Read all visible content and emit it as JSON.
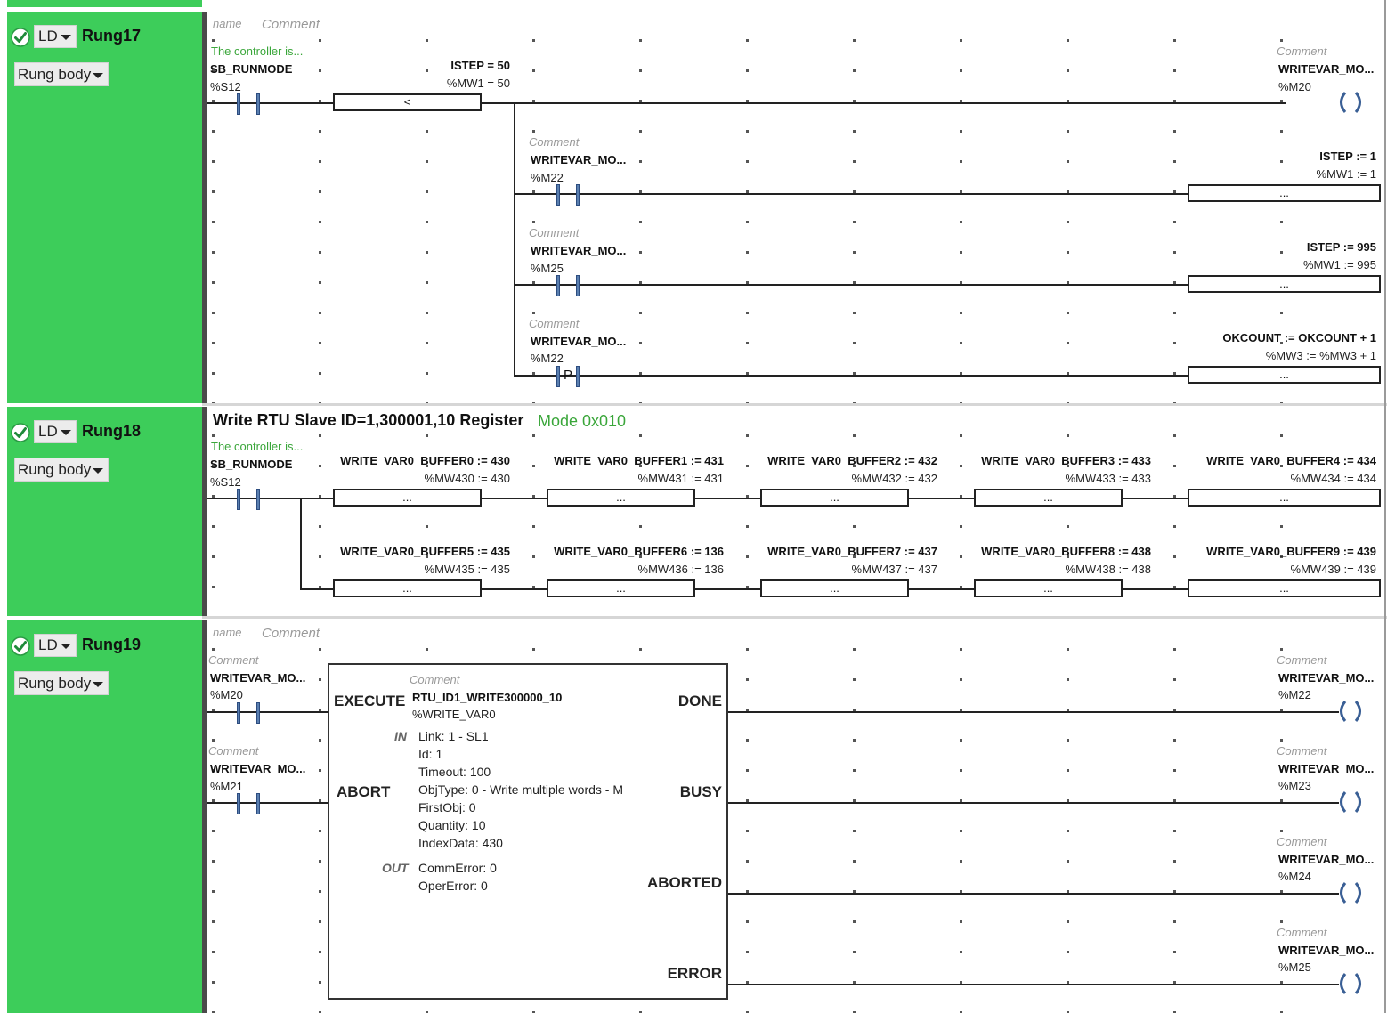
{
  "colors": {
    "rung_sidebar": "#3dcd5a",
    "comment_green": "#3aa63a",
    "contact_blue": "#5a7fb0"
  },
  "icons": {
    "status": "check-icon",
    "dropdown": "chevron-down-icon"
  },
  "rungs": [
    {
      "name": "Rung17",
      "language": "LD",
      "body_selector": "Rung body",
      "header": {
        "name": "name",
        "comment": "Comment"
      },
      "input": {
        "comment": "The controller is...",
        "symbol": "SB_RUNMODE",
        "address": "%S12"
      },
      "compare": {
        "symbol": "ISTEP = 50",
        "address": "%MW1 = 50",
        "op": "<"
      },
      "coil": {
        "comment": "Comment",
        "symbol": "WRITEVAR_MO...",
        "address": "%M20"
      },
      "branches": [
        {
          "comment": "Comment",
          "symbol": "WRITEVAR_MO...",
          "address": "%M22",
          "contact_label": "",
          "assign_symbol": "ISTEP := 1",
          "assign_address": "%MW1 := 1",
          "box": "..."
        },
        {
          "comment": "Comment",
          "symbol": "WRITEVAR_MO...",
          "address": "%M25",
          "contact_label": "",
          "assign_symbol": "ISTEP := 995",
          "assign_address": "%MW1 := 995",
          "box": "..."
        },
        {
          "comment": "Comment",
          "symbol": "WRITEVAR_MO...",
          "address": "%M22",
          "contact_label": "P",
          "assign_symbol": "OKCOUNT := OKCOUNT + 1",
          "assign_address": "%MW3 := %MW3 + 1",
          "box": "..."
        }
      ]
    },
    {
      "name": "Rung18",
      "language": "LD",
      "body_selector": "Rung body",
      "title": "Write RTU Slave ID=1,300001,10 Register",
      "subtitle": "Mode 0x010",
      "input": {
        "comment": "The controller is...",
        "symbol": "SB_RUNMODE",
        "address": "%S12"
      },
      "row1": [
        {
          "symbol": "WRITE_VAR0_BUFFER0 := 430",
          "address": "%MW430 := 430",
          "box": "..."
        },
        {
          "symbol": "WRITE_VAR0_BUFFER1 := 431",
          "address": "%MW431 := 431",
          "box": "..."
        },
        {
          "symbol": "WRITE_VAR0_BUFFER2 := 432",
          "address": "%MW432 := 432",
          "box": "..."
        },
        {
          "symbol": "WRITE_VAR0_BUFFER3 := 433",
          "address": "%MW433 := 433",
          "box": "..."
        },
        {
          "symbol": "WRITE_VAR0_BUFFER4 := 434",
          "address": "%MW434 := 434",
          "box": "..."
        }
      ],
      "row2": [
        {
          "symbol": "WRITE_VAR0_BUFFER5 := 435",
          "address": "%MW435 := 435",
          "box": "..."
        },
        {
          "symbol": "WRITE_VAR0_BUFFER6 := 136",
          "address": "%MW436 := 136",
          "box": "..."
        },
        {
          "symbol": "WRITE_VAR0_BUFFER7 := 437",
          "address": "%MW437 := 437",
          "box": "..."
        },
        {
          "symbol": "WRITE_VAR0_BUFFER8 := 438",
          "address": "%MW438 := 438",
          "box": "..."
        },
        {
          "symbol": "WRITE_VAR0_BUFFER9 := 439",
          "address": "%MW439 := 439",
          "box": "..."
        }
      ]
    },
    {
      "name": "Rung19",
      "language": "LD",
      "body_selector": "Rung body",
      "header": {
        "name": "name",
        "comment": "Comment"
      },
      "inputs": [
        {
          "comment": "Comment",
          "symbol": "WRITEVAR_MO...",
          "address": "%M20",
          "pin": "EXECUTE"
        },
        {
          "comment": "Comment",
          "symbol": "WRITEVAR_MO...",
          "address": "%M21",
          "pin": "ABORT"
        }
      ],
      "fb": {
        "comment": "Comment",
        "instance": "RTU_ID1_WRITE300000_10",
        "address": "%WRITE_VAR0",
        "in_label": "IN",
        "out_label": "OUT",
        "in_params": [
          "Link: 1 - SL1",
          "Id: 1",
          "Timeout: 100",
          "ObjType: 0 - Write multiple words - M",
          "FirstObj: 0",
          "Quantity: 10",
          "IndexData: 430"
        ],
        "out_params": [
          "CommError: 0",
          "OperError: 0"
        ]
      },
      "outputs": [
        {
          "pin": "DONE",
          "comment": "Comment",
          "symbol": "WRITEVAR_MO...",
          "address": "%M22"
        },
        {
          "pin": "BUSY",
          "comment": "Comment",
          "symbol": "WRITEVAR_MO...",
          "address": "%M23"
        },
        {
          "pin": "ABORTED",
          "comment": "Comment",
          "symbol": "WRITEVAR_MO...",
          "address": "%M24"
        },
        {
          "pin": "ERROR",
          "comment": "Comment",
          "symbol": "WRITEVAR_MO...",
          "address": "%M25"
        }
      ]
    }
  ]
}
